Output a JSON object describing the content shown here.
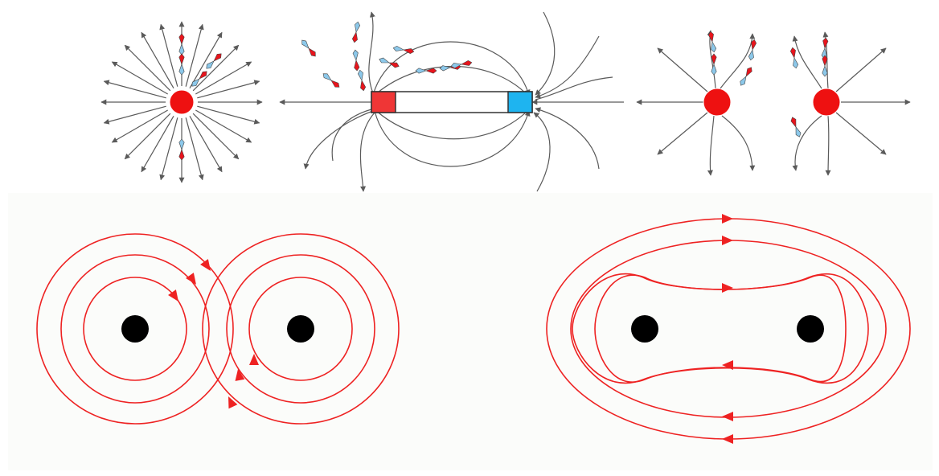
{
  "colors": {
    "background": "#ffffff",
    "lower_panel": "#fbfcfa",
    "field_line": "#5a5a5a",
    "pole_red": "#ee1111",
    "pole_blue": "#1eb4f0",
    "magnet_red": "#ef3636",
    "loop_red": "#ee2222",
    "wire_black": "#000000",
    "compass_red": "#e8141c",
    "compass_blue": "#8cc8ea"
  },
  "panels": [
    {
      "name": "single-pole-radial-field",
      "pole_color": "red",
      "radial_line_count": 24
    },
    {
      "name": "bar-magnet-field",
      "poles": [
        "red",
        "blue"
      ]
    },
    {
      "name": "two-like-poles-repelling-field",
      "poles": [
        "red",
        "red"
      ]
    },
    {
      "name": "antiparallel-currents-field",
      "wires": 2,
      "loops_per_wire": 3,
      "wire_color": "black"
    },
    {
      "name": "parallel-currents-field",
      "wires": 2,
      "loops": 4,
      "wire_color": "black"
    }
  ]
}
